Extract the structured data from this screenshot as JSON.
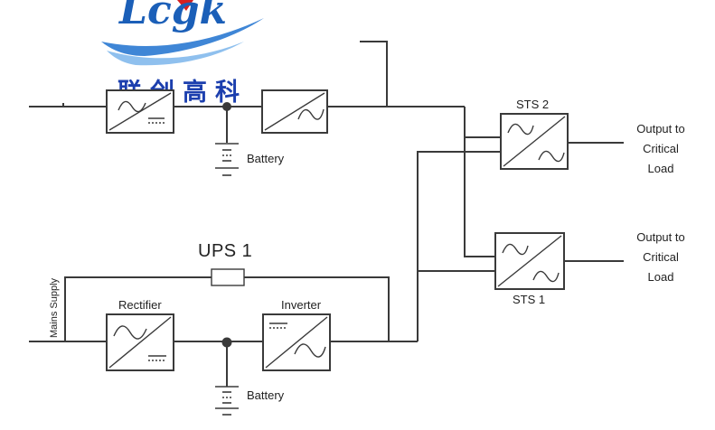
{
  "logo": {
    "latin": "Lcgk",
    "chinese": "联创高科",
    "brand_color": "#1b5fb8",
    "accent_color": "#d62020"
  },
  "ups1": {
    "title": "UPS 1"
  },
  "labels": {
    "mains_supply": "Mains Supply",
    "rectifier": "Rectifier",
    "inverter": "Inverter",
    "battery_top": "Battery",
    "battery_bottom": "Battery",
    "sts1": "STS 1",
    "sts2": "STS 2"
  },
  "outputs": {
    "top": [
      "Output to",
      "Critical",
      "Load"
    ],
    "bottom": [
      "Output to",
      "Critical",
      "Load"
    ]
  },
  "line_color": "#3a3a3a"
}
